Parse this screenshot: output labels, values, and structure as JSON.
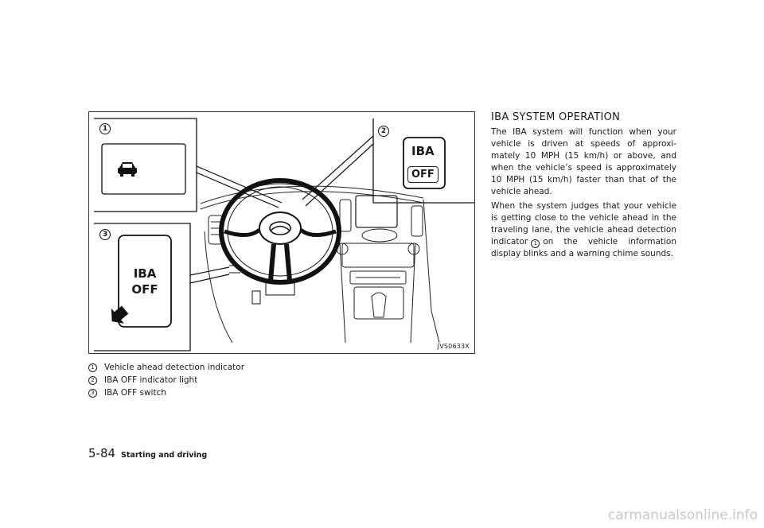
{
  "figure": {
    "code": "JVS0633X",
    "callouts": [
      "1",
      "2",
      "3"
    ],
    "iba_switch": {
      "line1": "IBA",
      "line2": "OFF"
    },
    "iba_indicator": {
      "top": "IBA",
      "bottom": "OFF"
    },
    "icons": [
      "car-icon",
      "arrow-icon",
      "steering-wheel-icon"
    ]
  },
  "captions": [
    {
      "num": "1",
      "text": "Vehicle ahead detection indicator"
    },
    {
      "num": "2",
      "text": "IBA OFF indicator light"
    },
    {
      "num": "3",
      "text": "IBA OFF switch"
    }
  ],
  "section": {
    "title": "IBA SYSTEM OPERATION",
    "para1": "The IBA system will function when your vehicle is driven at speeds of approxi-mately 10 MPH (15 km/h) or above, and when the vehicle’s speed is approximately 10 MPH (15 km/h) faster than that of the vehicle ahead.",
    "para2_before": "When the system judges that your vehicle is getting close to the vehicle ahead in the traveling lane, the vehicle ahead detection indicator",
    "para2_num": "1",
    "para2_after": "on the vehicle information display blinks and a warning chime sounds."
  },
  "footer": {
    "page_number": "5-84",
    "section_name": "Starting and driving"
  },
  "watermark": "carmanualsonline.info"
}
